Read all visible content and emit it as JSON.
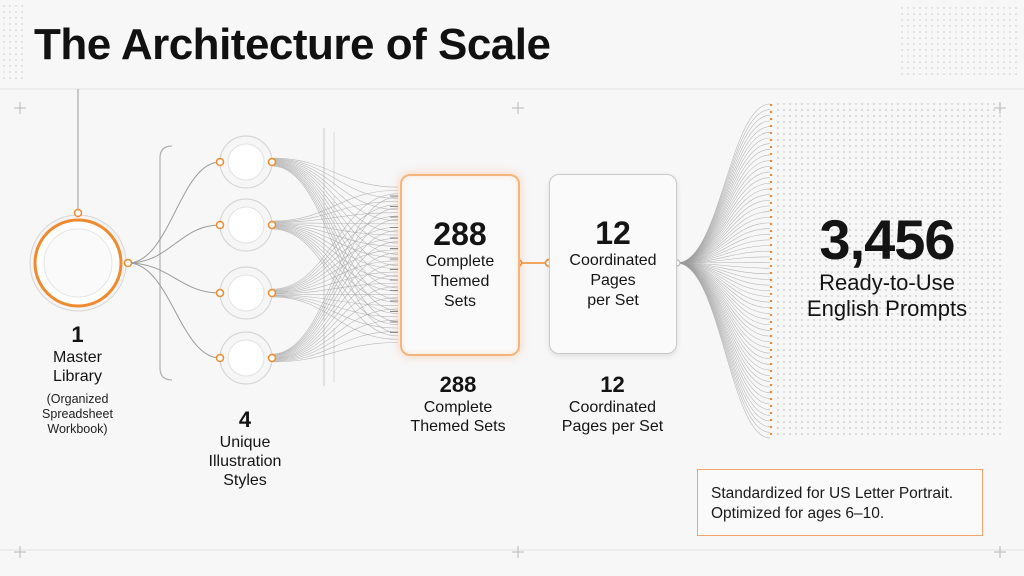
{
  "title": "The Architecture of Scale",
  "stages": {
    "master": {
      "count": "1",
      "label_line1": "Master",
      "label_line2": "Library",
      "note_line1": "(Organized",
      "note_line2": "Spreadsheet",
      "note_line3": "Workbook)"
    },
    "styles": {
      "count": "4",
      "label_line1": "Unique",
      "label_line2": "Illustration",
      "label_line3": "Styles"
    },
    "sets": {
      "count": "288",
      "label_line1": "Complete",
      "label_line2": "Themed",
      "label_line3": "Sets",
      "below_count": "288",
      "below_line1": "Complete",
      "below_line2": "Themed Sets"
    },
    "pages": {
      "count": "12",
      "label_line1": "Coordinated",
      "label_line2": "Pages",
      "label_line3": "per Set",
      "below_count": "12",
      "below_line1": "Coordinated",
      "below_line2": "Pages per Set"
    },
    "prompts": {
      "count": "3,456",
      "label_line1": "Ready-to-Use",
      "label_line2": "English Prompts"
    }
  },
  "note": {
    "line1": "Standardized for US Letter Portrait.",
    "line2": "Optimized for ages 6–10."
  },
  "colors": {
    "accent": "#f08a2c",
    "line": "#9a9a9a",
    "ring": "#d6d6d6"
  }
}
